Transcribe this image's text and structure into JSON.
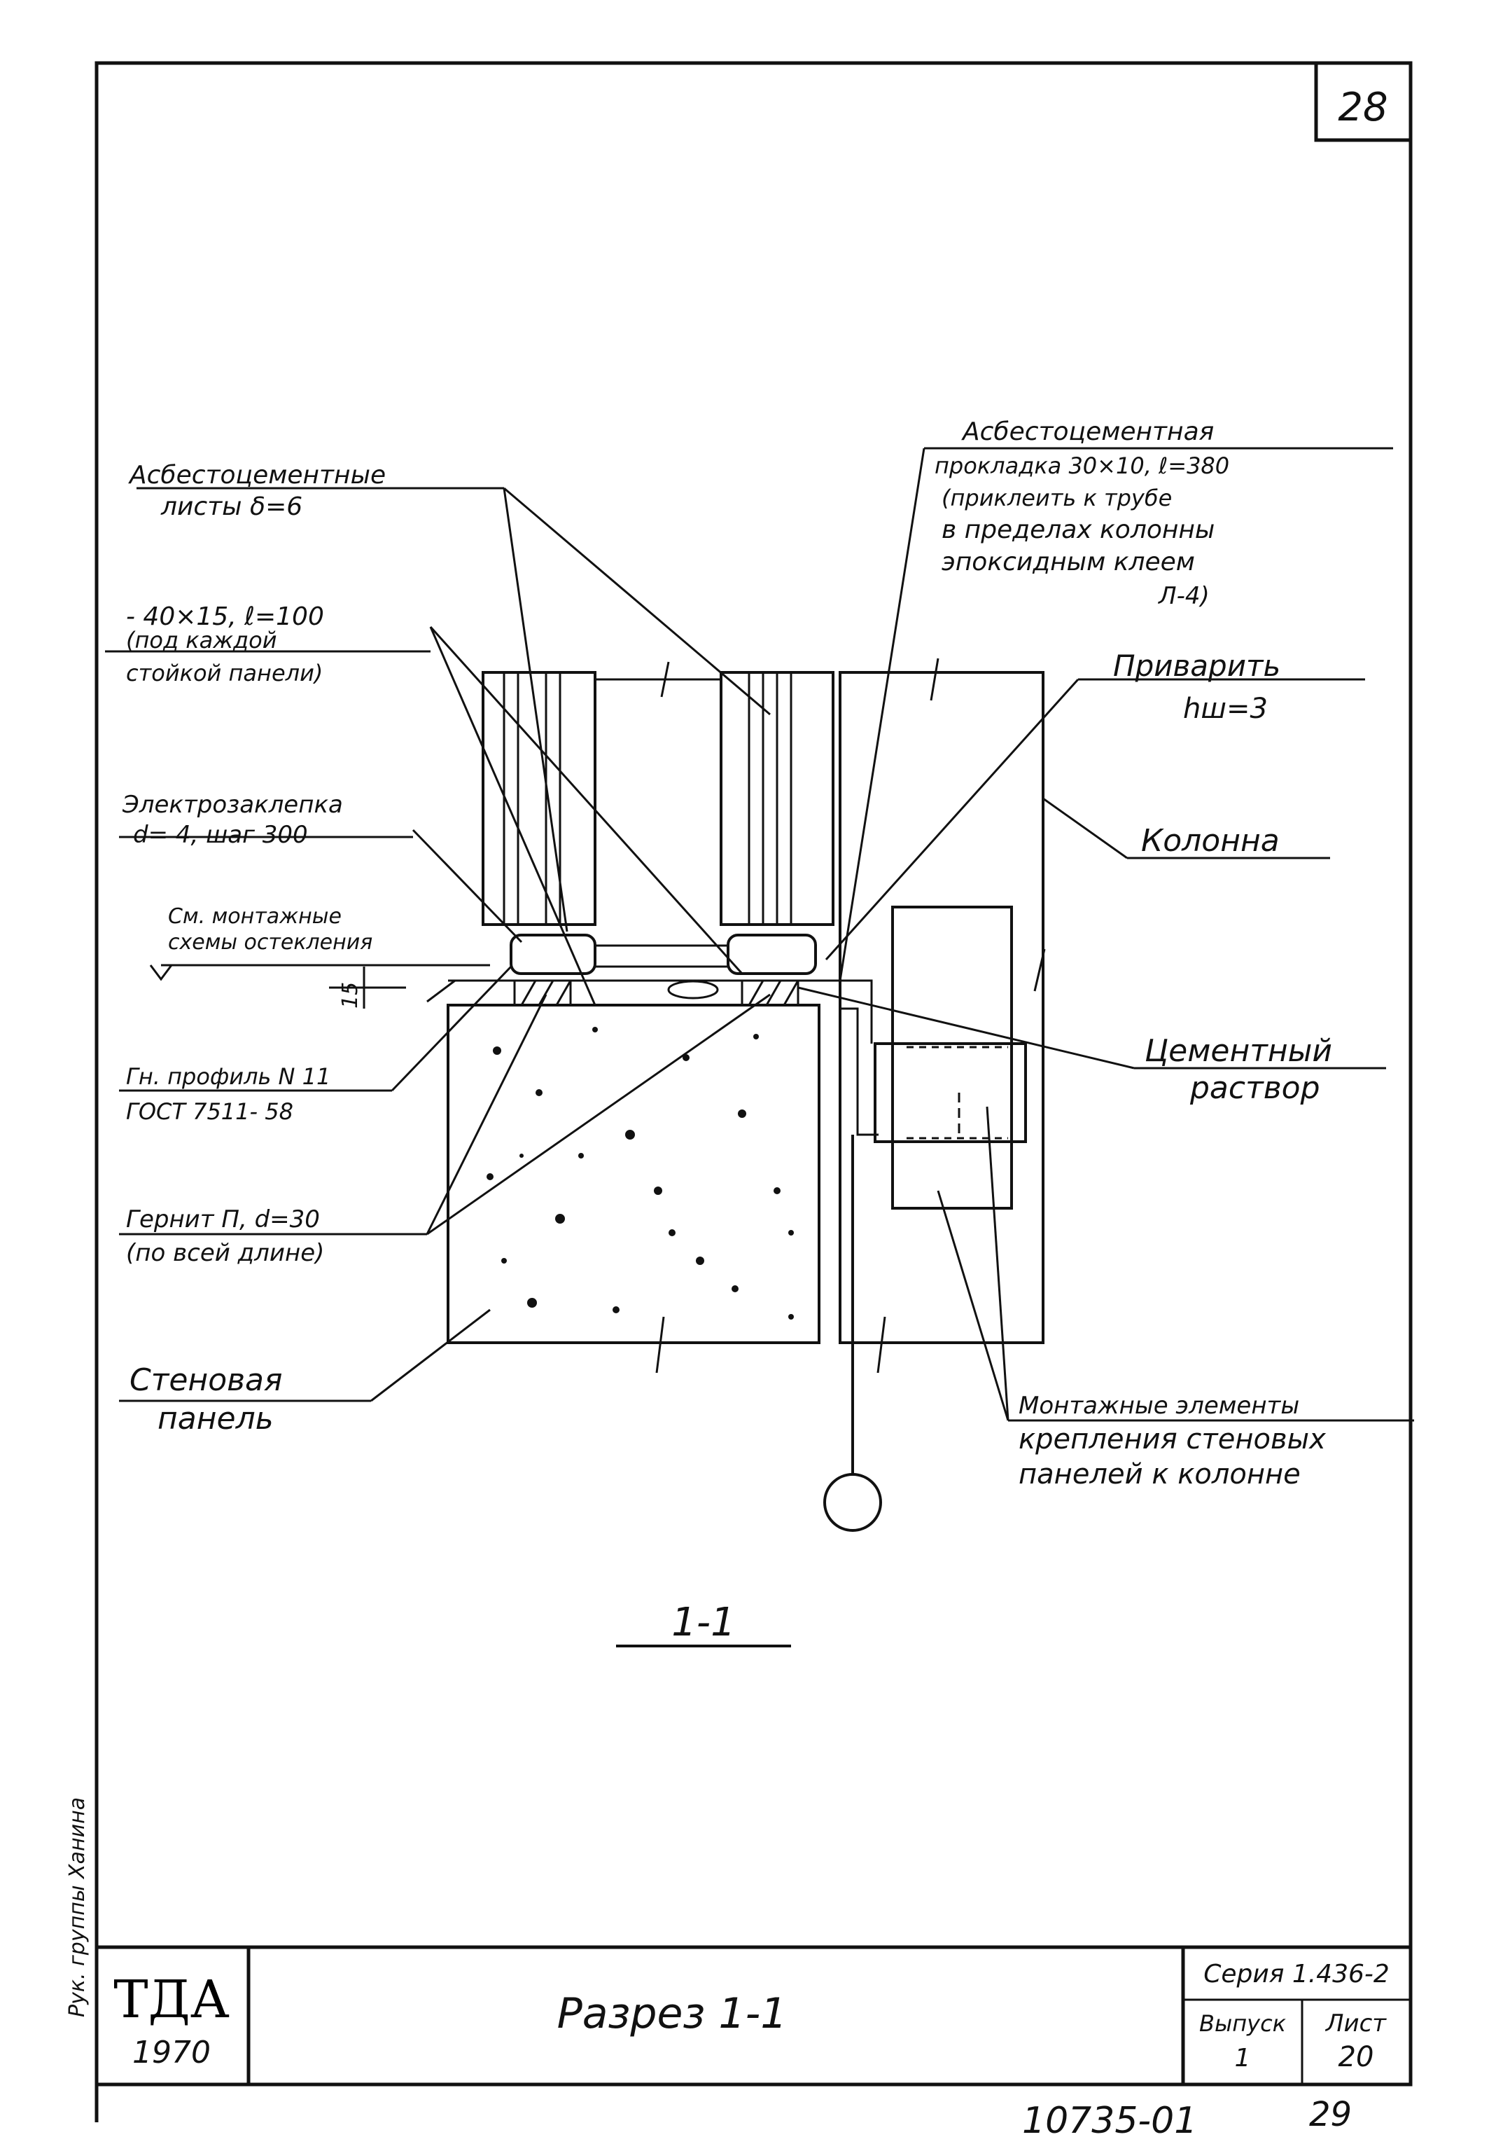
{
  "sheet": {
    "number": "28",
    "section_mark": "1-1",
    "side_note": "Рук. группы Ханина",
    "bottom_code": "10735-01",
    "bottom_page": "29"
  },
  "labels": {
    "asbestos_sheets": [
      "Асбестоцементные",
      "листы δ=6"
    ],
    "strip": [
      "- 40×15, ℓ=100",
      "(под каждой",
      "стойкой панели)"
    ],
    "rivet": [
      "Электрозаклепка",
      "d= 4, шаг 300"
    ],
    "glazing_ref": [
      "См. монтажные",
      "схемы остекления"
    ],
    "dim_value": "15",
    "profile": [
      "Гн. профиль N 11",
      "ГОСТ 7511- 58"
    ],
    "gernit": [
      "Гернит П, d=30",
      "(по всей длине)"
    ],
    "wall_panel": [
      "Стеновая",
      "панель"
    ],
    "asbestos_gasket": [
      "Асбестоцементная",
      "прокладка 30×10, ℓ=380",
      "(приклеить к трубе",
      "в пределах колонны",
      "эпоксидным клеем",
      "Л-4)"
    ],
    "weld": [
      "Приварить",
      "hш=3"
    ],
    "column": "Колонна",
    "mortar": [
      "Цементный",
      "раствор"
    ],
    "mount_elements": [
      "Монтажные элементы",
      "крепления стеновых",
      "панелей к колонне"
    ]
  },
  "title_block": {
    "org": "ТДА",
    "year": "1970",
    "title": "Разрез 1-1",
    "series_label": "Серия 1.436-2",
    "issue_label": "Выпуск",
    "issue_value": "1",
    "sheet_label": "Лист",
    "sheet_value": "20"
  }
}
